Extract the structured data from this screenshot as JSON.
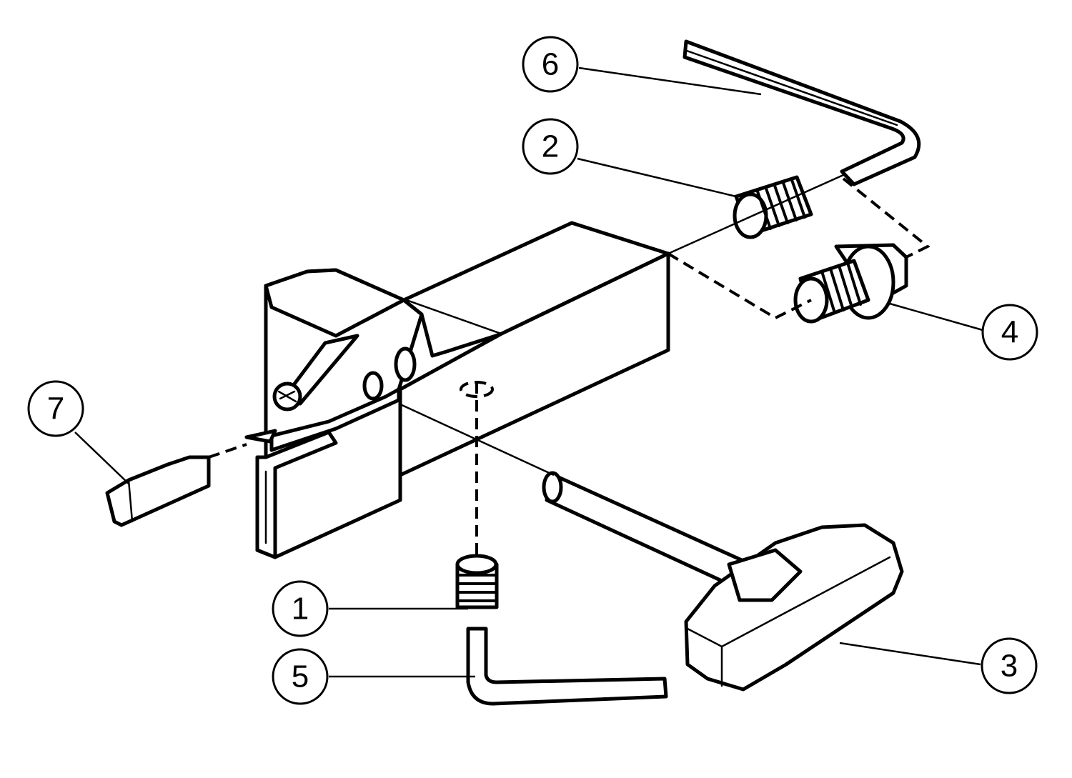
{
  "callouts": [
    {
      "id": "c1",
      "label": "1"
    },
    {
      "id": "c2",
      "label": "2"
    },
    {
      "id": "c3",
      "label": "3"
    },
    {
      "id": "c4",
      "label": "4"
    },
    {
      "id": "c5",
      "label": "5"
    },
    {
      "id": "c6",
      "label": "6"
    },
    {
      "id": "c7",
      "label": "7"
    }
  ]
}
